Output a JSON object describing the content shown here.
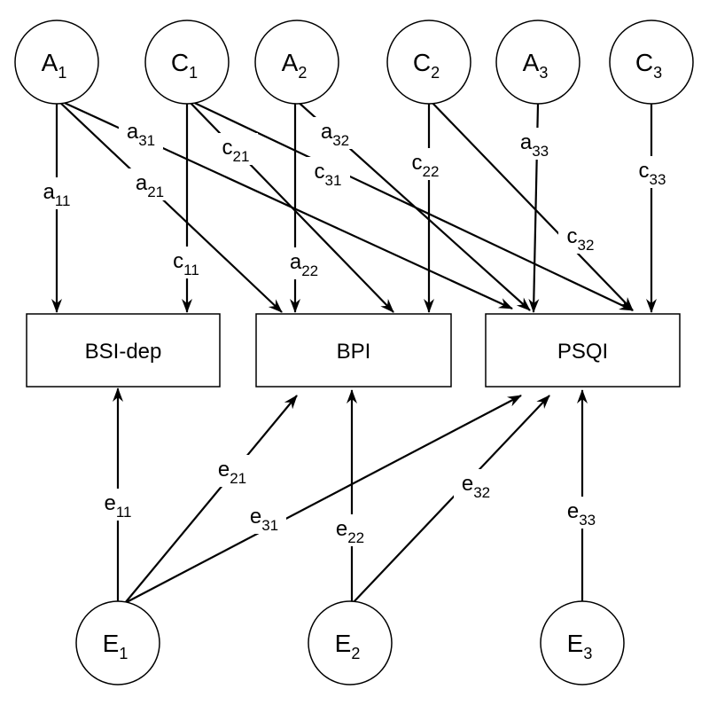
{
  "latent_nodes": [
    {
      "id": "A1",
      "letter": "A",
      "sub": "1"
    },
    {
      "id": "C1",
      "letter": "C",
      "sub": "1"
    },
    {
      "id": "A2",
      "letter": "A",
      "sub": "2"
    },
    {
      "id": "C2",
      "letter": "C",
      "sub": "2"
    },
    {
      "id": "A3",
      "letter": "A",
      "sub": "3"
    },
    {
      "id": "C3",
      "letter": "C",
      "sub": "3"
    },
    {
      "id": "E1",
      "letter": "E",
      "sub": "1"
    },
    {
      "id": "E2",
      "letter": "E",
      "sub": "2"
    },
    {
      "id": "E3",
      "letter": "E",
      "sub": "3"
    }
  ],
  "observed_nodes": [
    {
      "id": "BSI",
      "label": "BSI-dep"
    },
    {
      "id": "BPI",
      "label": "BPI"
    },
    {
      "id": "PSQI",
      "label": "PSQI"
    }
  ],
  "edges": [
    {
      "id": "a11",
      "from": "A1",
      "to": "BSI",
      "letter": "a",
      "sub": "11"
    },
    {
      "id": "a21",
      "from": "A1",
      "to": "BPI",
      "letter": "a",
      "sub": "21"
    },
    {
      "id": "a31",
      "from": "A1",
      "to": "PSQI",
      "letter": "a",
      "sub": "31"
    },
    {
      "id": "c11",
      "from": "C1",
      "to": "BSI",
      "letter": "c",
      "sub": "11"
    },
    {
      "id": "c21",
      "from": "C1",
      "to": "BPI",
      "letter": "c",
      "sub": "21"
    },
    {
      "id": "c31",
      "from": "C1",
      "to": "PSQI",
      "letter": "c",
      "sub": "31"
    },
    {
      "id": "a22",
      "from": "A2",
      "to": "BPI",
      "letter": "a",
      "sub": "22"
    },
    {
      "id": "a32",
      "from": "A2",
      "to": "PSQI",
      "letter": "a",
      "sub": "32"
    },
    {
      "id": "c22",
      "from": "C2",
      "to": "BPI",
      "letter": "c",
      "sub": "22"
    },
    {
      "id": "c32",
      "from": "C2",
      "to": "PSQI",
      "letter": "c",
      "sub": "32"
    },
    {
      "id": "a33",
      "from": "A3",
      "to": "PSQI",
      "letter": "a",
      "sub": "33"
    },
    {
      "id": "c33",
      "from": "C3",
      "to": "PSQI",
      "letter": "c",
      "sub": "33"
    },
    {
      "id": "e11",
      "from": "E1",
      "to": "BSI",
      "letter": "e",
      "sub": "11"
    },
    {
      "id": "e21",
      "from": "E1",
      "to": "BPI",
      "letter": "e",
      "sub": "21"
    },
    {
      "id": "e31",
      "from": "E1",
      "to": "PSQI",
      "letter": "e",
      "sub": "31"
    },
    {
      "id": "e22",
      "from": "E2",
      "to": "BPI",
      "letter": "e",
      "sub": "22"
    },
    {
      "id": "e32",
      "from": "E2",
      "to": "PSQI",
      "letter": "e",
      "sub": "32"
    },
    {
      "id": "e33",
      "from": "E3",
      "to": "PSQI",
      "letter": "e",
      "sub": "33"
    }
  ]
}
